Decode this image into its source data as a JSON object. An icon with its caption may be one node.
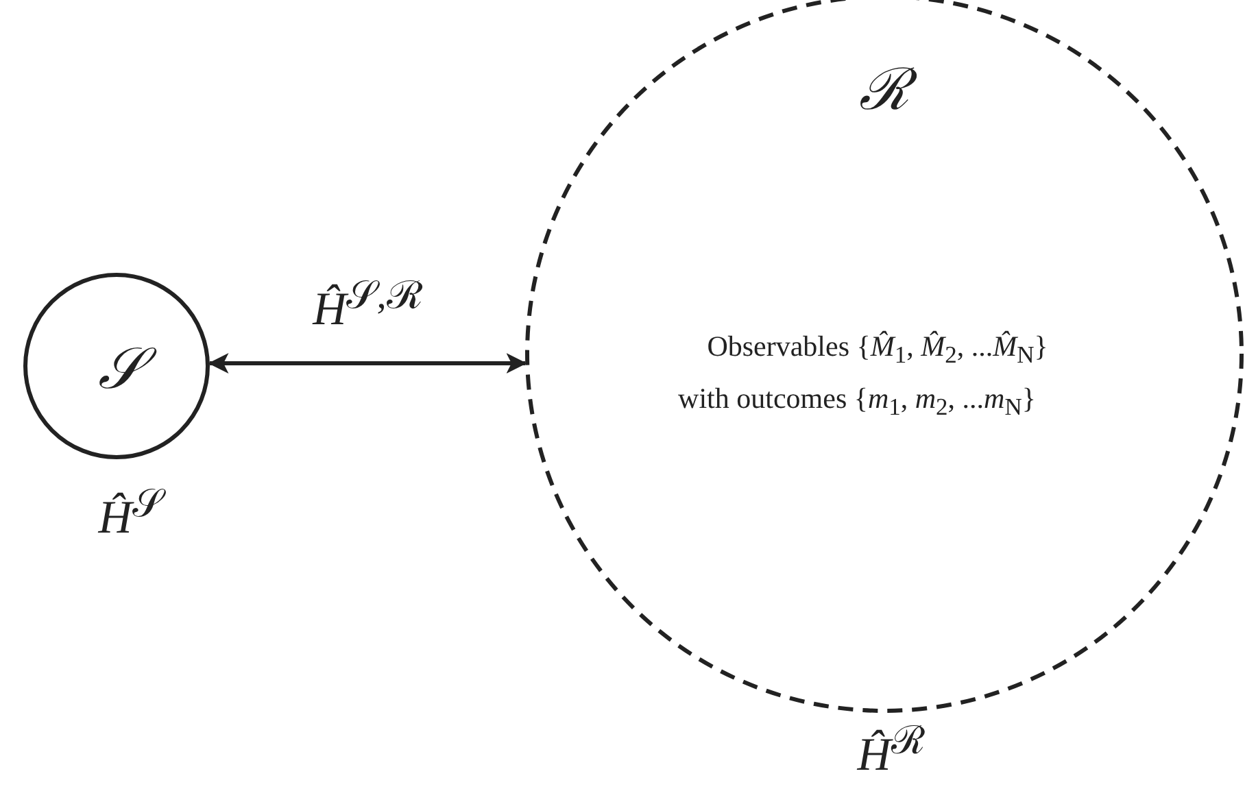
{
  "diagram": {
    "nodes": [
      {
        "text": [
          "*𝒮*"
        ],
        "beside": [
          "*Ĥ*$^{𝒮}$"
        ]
      },
      {
        "text": [
          "*ℛ*",
          "Observables {*M̂*$_{1}$, *M̂*$_{2}$, ...*M̂*$_{N}$}",
          "with outcomes {*m*$_{1}$, *m*$_{2}$, ...*m*$_{N}$}"
        ],
        "beside": [
          "*Ĥ*$^{ℛ}$"
        ]
      }
    ],
    "edges": [
      {
        "from": 0,
        "to": 1,
        "arrow": "both",
        "label": "*Ĥ*$^{𝒮,ℛ}$"
      }
    ]
  }
}
